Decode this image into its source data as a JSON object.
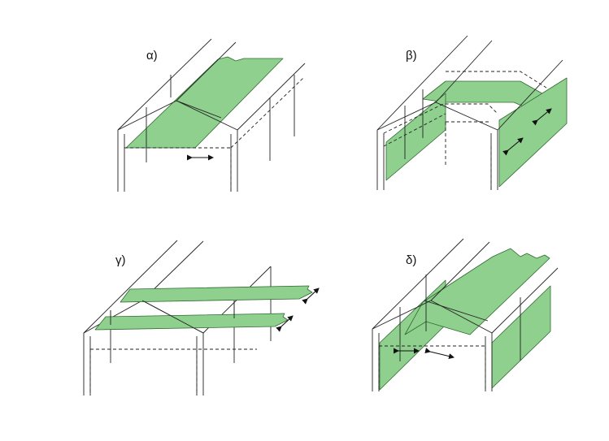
{
  "colors": {
    "panel_fill": "#8fd08f",
    "panel_stroke": "#2e6b2e",
    "line": "#222222",
    "background": "#ffffff"
  },
  "panels": [
    {
      "id": "a",
      "label": "α)"
    },
    {
      "id": "b",
      "label": "β)"
    },
    {
      "id": "c",
      "label": "γ)"
    },
    {
      "id": "d",
      "label": "δ)"
    }
  ]
}
